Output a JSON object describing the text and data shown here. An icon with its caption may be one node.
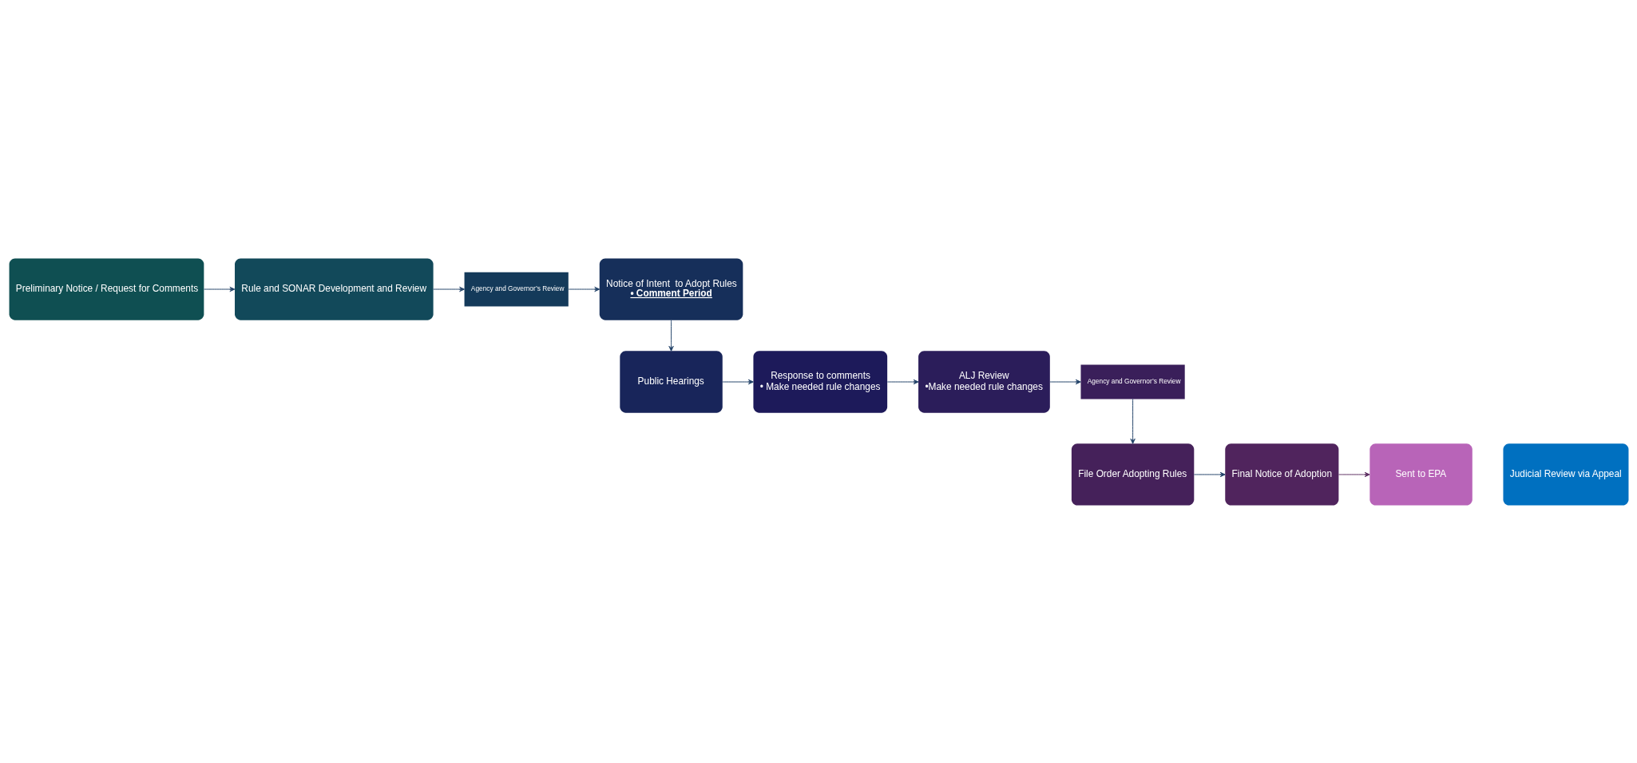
{
  "diagram": {
    "nodes": [
      {
        "text": [
          "Preliminary Notice / Request for Comments"
        ]
      },
      {
        "text": [
          "Rule and SONAR Development and Review"
        ]
      },
      {
        "text": [
          "Agency and Governor’s Review"
        ]
      },
      {
        "text": [
          "Notice of Intent  to Adopt Rules",
          "• Comment Period"
        ]
      },
      {
        "text": [
          "Public Hearings"
        ]
      },
      {
        "text": [
          "Response to comments",
          "• Make needed rule changes"
        ]
      },
      {
        "text": [
          "ALJ Review",
          "•Make needed rule changes"
        ]
      },
      {
        "text": [
          "Agency and Governor’s Review"
        ]
      },
      {
        "text": [
          "File Order Adopting Rules"
        ]
      },
      {
        "text": [
          "Final Notice of Adoption"
        ]
      },
      {
        "text": [
          "Sent to EPA"
        ]
      },
      {
        "text": [
          "Judicial Review via Appeal"
        ]
      }
    ],
    "edges": [
      {
        "from": 0,
        "to": 1,
        "arrow": "to"
      },
      {
        "from": 1,
        "to": 2,
        "arrow": "to"
      },
      {
        "from": 2,
        "to": 3,
        "arrow": "to"
      },
      {
        "from": 3,
        "to": 4,
        "arrow": "to"
      },
      {
        "from": 4,
        "to": 5,
        "arrow": "to"
      },
      {
        "from": 5,
        "to": 6,
        "arrow": "to"
      },
      {
        "from": 6,
        "to": 7,
        "arrow": "to"
      },
      {
        "from": 7,
        "to": 8,
        "arrow": "to"
      },
      {
        "from": 8,
        "to": 9,
        "arrow": "to"
      },
      {
        "from": 9,
        "to": 10,
        "arrow": "to",
        "color": "#5a2a5e"
      }
    ]
  }
}
